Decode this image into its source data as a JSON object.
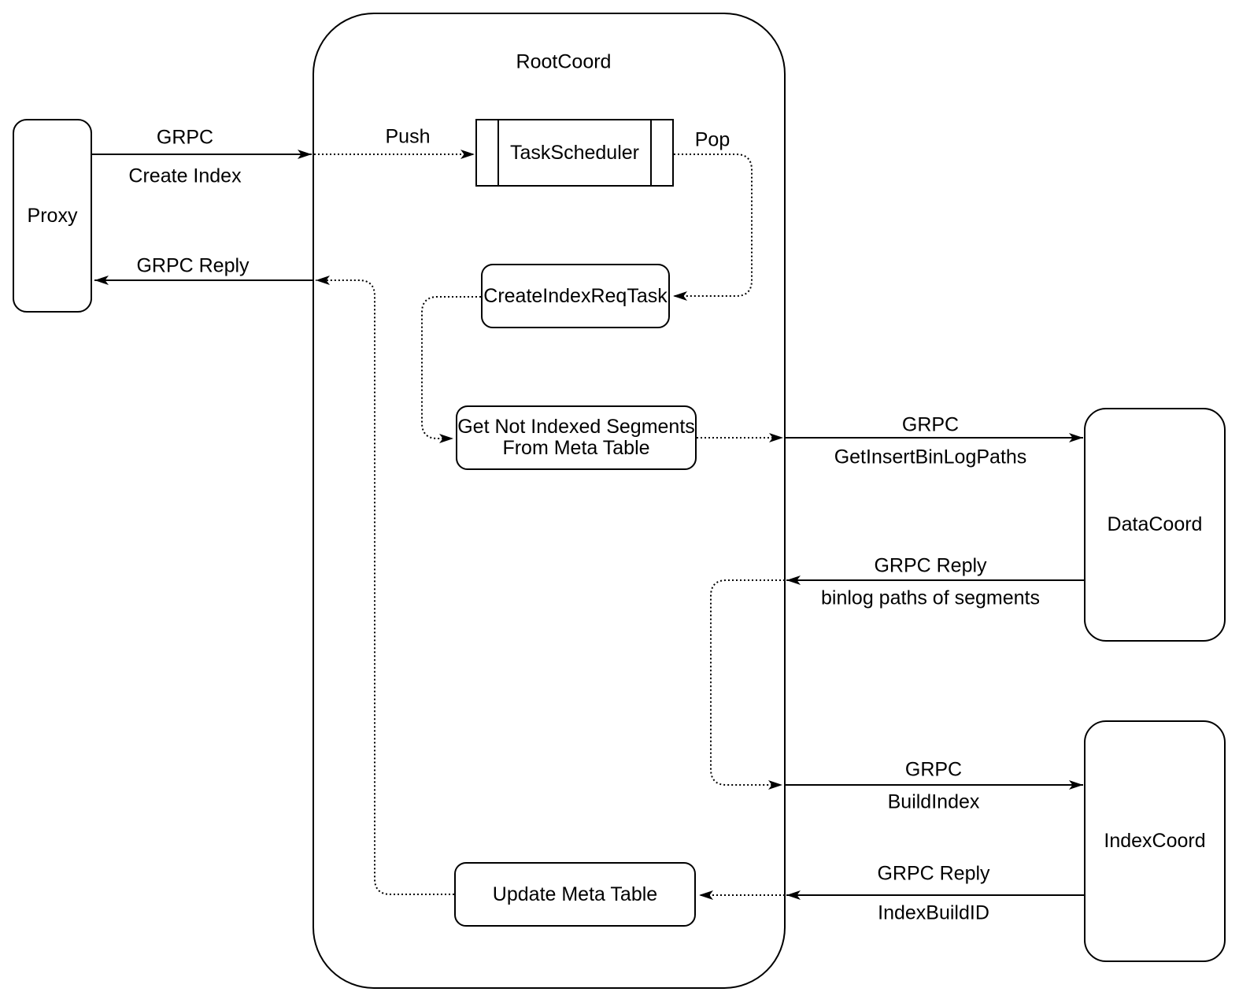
{
  "diagram": {
    "colors": {
      "stroke": "#000000",
      "background": "#ffffff",
      "node_fill": "#ffffff"
    },
    "nodes": {
      "rootcoord": {
        "title": "RootCoord"
      },
      "proxy": {
        "label": "Proxy"
      },
      "task_scheduler": {
        "label": "TaskScheduler"
      },
      "create_index_req_task": {
        "label": "CreateIndexReqTask"
      },
      "get_not_indexed_segments": {
        "line1": "Get Not Indexed Segments",
        "line2": "From Meta Table"
      },
      "update_meta_table": {
        "label": "Update Meta Table"
      },
      "data_coord": {
        "label": "DataCoord"
      },
      "index_coord": {
        "label": "IndexCoord"
      }
    },
    "edges": {
      "proxy_to_rootcoord": {
        "l1": "GRPC",
        "l2": "Create Index"
      },
      "push": {
        "label": "Push"
      },
      "pop": {
        "label": "Pop"
      },
      "rootcoord_to_proxy": {
        "label": "GRPC Reply"
      },
      "rootcoord_to_datacoord": {
        "l1": "GRPC",
        "l2": "GetInsertBinLogPaths"
      },
      "datacoord_to_rootcoord": {
        "l1": "GRPC Reply",
        "l2": "binlog paths of segments"
      },
      "rootcoord_to_indexcoord": {
        "l1": "GRPC",
        "l2": "BuildIndex"
      },
      "indexcoord_to_rootcoord": {
        "l1": "GRPC Reply",
        "l2": "IndexBuildID"
      }
    }
  }
}
